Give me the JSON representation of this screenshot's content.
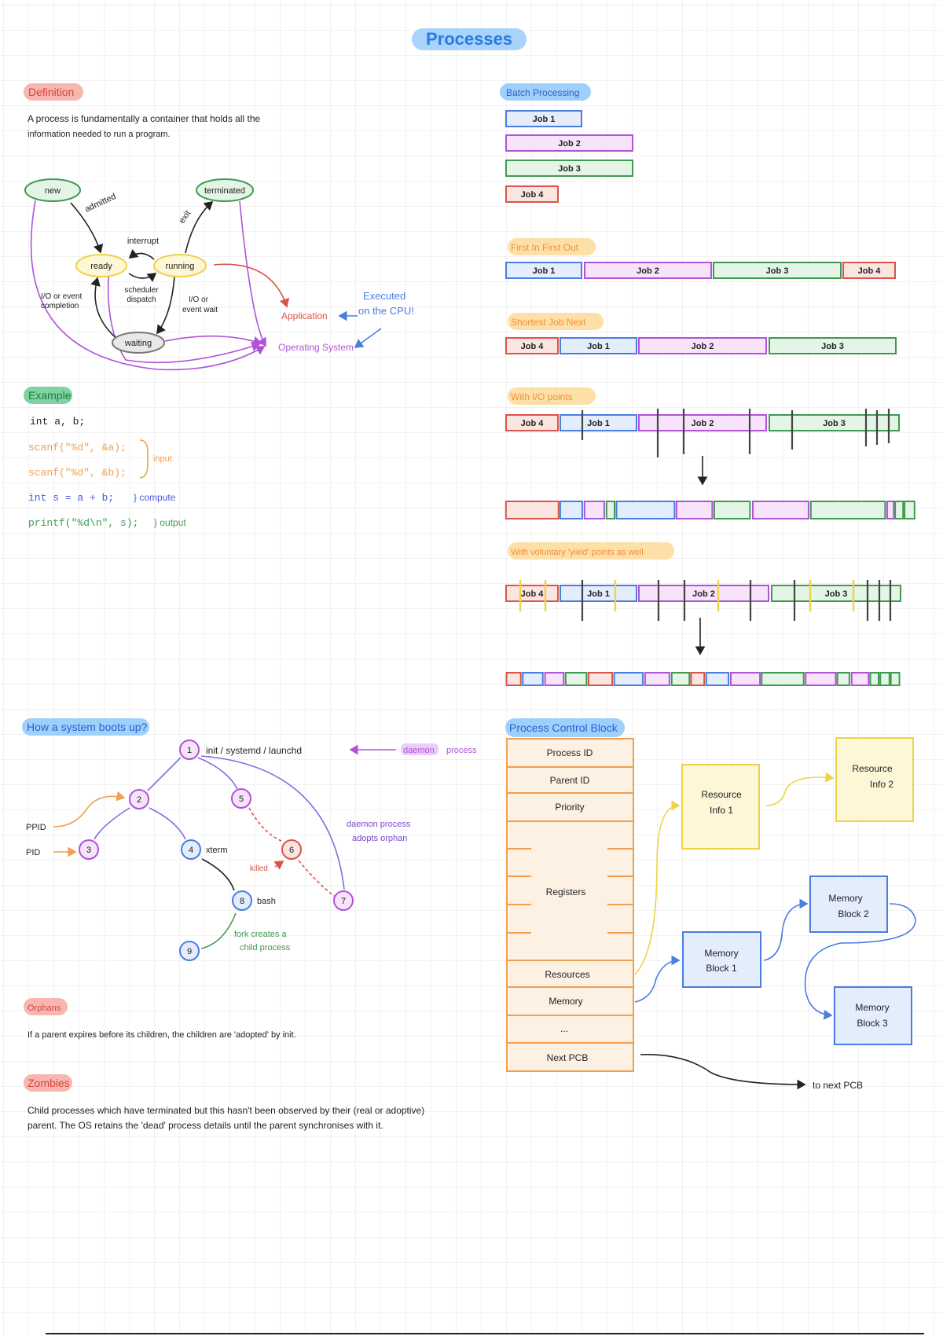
{
  "title": "Processes",
  "colors": {
    "blue": "#4a7de0",
    "blue_fill": "#e4edfc",
    "purple": "#b053d8",
    "purple_fill": "#f7e4fb",
    "green": "#3f9a50",
    "green_fill": "#e4f4e7",
    "red": "#d9544a",
    "red_fill": "#fbe5e1",
    "orange": "#f0a050",
    "orange_fill": "#fdf1e4",
    "yellow": "#eed248",
    "yellow_fill": "#fdf7d8"
  },
  "definition": {
    "label": "Definition",
    "line1": "A process is fundamentally a container that holds all the",
    "line2": "information needed to run a program."
  },
  "states": {
    "new": "new",
    "ready": "ready",
    "running": "running",
    "waiting": "waiting",
    "terminated": "terminated",
    "admitted": "admitted",
    "interrupt": "interrupt",
    "exit": "exit",
    "scheduler_dispatch": [
      "scheduler",
      "dispatch"
    ],
    "io_completion": [
      "I/O or event",
      "completion"
    ],
    "io_wait": [
      "I/O or",
      "event wait"
    ],
    "application": "Application",
    "operating_system": "Operating System",
    "executed": [
      "Executed",
      "on the CPU!"
    ]
  },
  "example": {
    "label": "Example",
    "lines": [
      "int a, b;",
      "scanf(\"%d\", &a);",
      "scanf(\"%d\", &b);",
      "int s = a + b;",
      "printf(\"%d\\n\", s);"
    ],
    "input": "input",
    "compute": "compute",
    "output": "output"
  },
  "boot": {
    "label": "How a system boots up?",
    "nodes": [
      "1",
      "2",
      "3",
      "4",
      "5",
      "6",
      "7",
      "8",
      "9"
    ],
    "init": "init / systemd / launchd",
    "xterm": "xterm",
    "bash": "bash",
    "ppid": "PPID",
    "pid": "PID",
    "killed": "killed",
    "daemon": [
      "daemon",
      "process"
    ],
    "adopts": [
      "daemon process",
      "adopts orphan"
    ],
    "fork": [
      "fork creates a",
      "child process"
    ]
  },
  "orphans": {
    "label": "Orphans",
    "text": "If a parent expires before its children, the children are 'adopted' by init."
  },
  "zombies": {
    "label": "Zombies",
    "line1": "Child processes which have terminated but this hasn't been observed by their (real or adoptive)",
    "line2": "parent. The OS retains the 'dead' process details until the parent synchronises with it."
  },
  "scheduling": {
    "batch_label": "Batch Processing",
    "fifo_label": "First In First Out",
    "sjn_label": "Shortest Job Next",
    "io_label": "With I/O points",
    "yield_label": "With voluntary 'yield' points as well",
    "jobs": {
      "job1": "Job 1",
      "job2": "Job 2",
      "job3": "Job 3",
      "job4": "Job 4"
    }
  },
  "pcb": {
    "label": "Process Control Block",
    "rows": [
      "Process ID",
      "Parent ID",
      "Priority",
      "Registers",
      "Resources",
      "Memory",
      "...",
      "Next PCB"
    ],
    "resource1": [
      "Resource",
      "Info 1"
    ],
    "resource2": [
      "Resource",
      "Info 2"
    ],
    "mem1": [
      "Memory",
      "Block 1"
    ],
    "mem2": [
      "Memory",
      "Block 2"
    ],
    "mem3": [
      "Memory",
      "Block 3"
    ],
    "next": "to next PCB"
  }
}
